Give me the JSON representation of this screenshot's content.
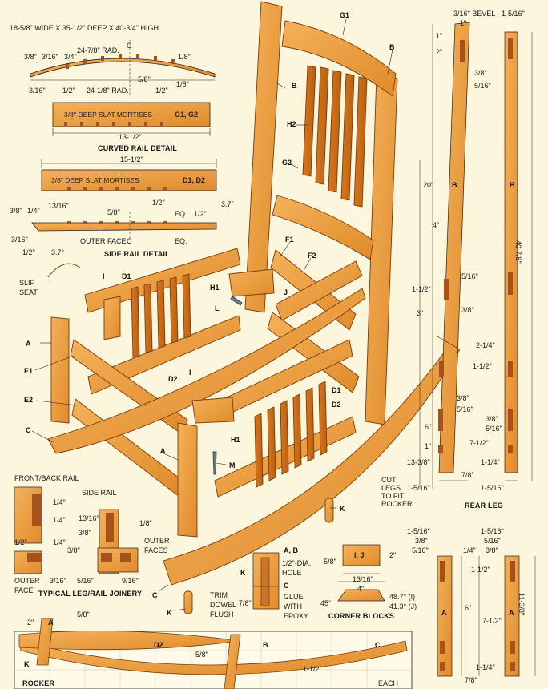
{
  "header": {
    "overall": "18-5/8\" WIDE X 35-1/2\" DEEP X 40-3/4\" HIGH"
  },
  "curved_rail": {
    "title": "CURVED RAIL DETAIL",
    "label": "3/8\"-DEEP SLAT MORTISES",
    "parts": "G1, G2",
    "rad_outer": "24-7/8\" RAD.",
    "rad_inner": "24-1/8\" RAD.",
    "center_mark": "C",
    "d_3_8": "3/8\"",
    "d_3_16a": "3/16\"",
    "d_3_4": "3/4\"",
    "d_1_8a": "1/8\"",
    "d_1_8b": "1/8\"",
    "d_3_16b": "3/16\"",
    "d_1_2a": "1/2\"",
    "d_5_8": "5/8\"",
    "d_1_2b": "1/2\"",
    "length": "13-1/2\""
  },
  "side_rail": {
    "title": "SIDE RAIL DETAIL",
    "label": "3/8\" DEEP SLAT MORTISES",
    "parts": "D1, D2",
    "length": "15-1/2\"",
    "d_3_8": "3/8\"",
    "d_1_4": "1/4\"",
    "d_13_16": "13/16\"",
    "d_5_8": "5/8\"",
    "d_1_2a": "1/2\"",
    "eq1": "EQ.",
    "d_1_2b": "1/2\"",
    "angle": "3.7°",
    "d_3_16": "3/16\"",
    "outer_face": "OUTER FACE",
    "center_mark": "C",
    "eq2": "EQ.",
    "d_1_2c": "1/2\"",
    "angle2": "3.7°"
  },
  "main": {
    "slip_seat": [
      "SLIP",
      "SEAT"
    ],
    "parts": {
      "G1": "G1",
      "B1": "B",
      "B2": "B",
      "H2": "H2",
      "G2": "G2",
      "F1": "F1",
      "F2": "F2",
      "D1a": "D1",
      "I1": "I",
      "H1a": "H1",
      "L": "L",
      "J": "J",
      "A1": "A",
      "E1": "E1",
      "D2a": "D2",
      "E2": "E2",
      "I2": "I",
      "D1b": "D1",
      "D2b": "D2",
      "C1": "C",
      "A2": "A",
      "H1b": "H1",
      "M": "M",
      "K1": "K",
      "C2": "C",
      "K2": "K"
    }
  },
  "rear_leg": {
    "title": "REAR LEG",
    "bevel": "3/16\" BEVEL",
    "w_1_5_16": "1-5/16\"",
    "d_1a": "1\"",
    "d_1b": "1\"",
    "d_2": "2\"",
    "d_3_8a": "3/8\"",
    "d_5_16a": "5/16\"",
    "d_20": "20\"",
    "partB1": "B",
    "partB2": "B",
    "height": "40-7/8\"",
    "angle": "4°",
    "d_5_16b": "5/16\"",
    "d_1_1_2a": "1-1/2\"",
    "d_3": "3\"",
    "d_3_8b": "3/8\"",
    "d_2_1_4": "2-1/4\"",
    "d_1_1_2b": "1-1/2\"",
    "d_3_8c": "3/8\"",
    "d_5_16c": "5/16\"",
    "d_3_8d": "3/8\"",
    "d_5_16d": "5/16\"",
    "d_6": "6\"",
    "d_1c": "1\"",
    "d_7_1_2": "7-1/2\"",
    "d_13_3_8": "13-3/8\"",
    "d_1_1_4": "1-1/4\"",
    "d_7_8": "7/8\"",
    "d_1_5_16a": "1-5/16\"",
    "d_1_5_16b": "1-5/16\"",
    "cut_note": [
      "CUT",
      "LEGS",
      "TO FIT",
      "ROCKER"
    ]
  },
  "joinery": {
    "title": "TYPICAL LEG/RAIL JOINERY",
    "front_back": "FRONT/BACK RAIL",
    "side": "SIDE RAIL",
    "d_1_4a": "1/4\"",
    "d_1_4b": "1/4\"",
    "d_1_4c": "1/4\"",
    "d_13_16": "13/16\"",
    "d_3_8a": "3/8\"",
    "d_1_8": "1/8\"",
    "d_1_2": "1/2\"",
    "d_3_8b": "3/8\"",
    "outer_faces": [
      "OUTER",
      "FACES"
    ],
    "outer_face": [
      "OUTER",
      "FACE"
    ],
    "d_3_16": "3/16\"",
    "d_5_16": "5/16\"",
    "d_9_16": "9/16\""
  },
  "dowel": {
    "title_ab": "A, B",
    "hole": [
      "1/2\"-DIA.",
      "HOLE"
    ],
    "k": "K",
    "c": "C",
    "trim": [
      "TRIM",
      "DOWEL",
      "FLUSH"
    ],
    "d_7_8": "7/8\"",
    "glue": [
      "GLUE",
      "WITH",
      "EPOXY"
    ]
  },
  "corner_blocks": {
    "title": "CORNER BLOCKS",
    "label": "I, J",
    "d_5_8": "5/8\"",
    "d_2": "2\"",
    "d_13_16": "13/16\"",
    "d_4": "4\"",
    "a45": "45°",
    "a1": "48.7° (I)",
    "a2": "41.3° (J)"
  },
  "front_leg": {
    "d_1_5_16a": "1-5/16\"",
    "d_3_8a": "3/8\"",
    "d_5_16a": "5/16\"",
    "d_1_5_16b": "1-5/16\"",
    "d_5_16b": "5/16\"",
    "d_3_8b": "3/8\"",
    "d_1_4": "1/4\"",
    "d_1_1_2": "1-1/2\"",
    "d_6": "6\"",
    "d_7_1_2": "7-1/2\"",
    "height": "11-3/8\"",
    "d_1_1_4": "1-1/4\"",
    "d_7_8": "7/8\"",
    "partA1": "A",
    "partA2": "A"
  },
  "rocker": {
    "title": "ROCKER",
    "each": "EACH",
    "d_2": "2\"",
    "d_5_8a": "5/8\"",
    "d_5_8b": "5/8\"",
    "d_1_1_2": "1-1/2\"",
    "partA": "A",
    "partK": "K",
    "partD2": "D2",
    "partB": "B",
    "partC": "C"
  }
}
